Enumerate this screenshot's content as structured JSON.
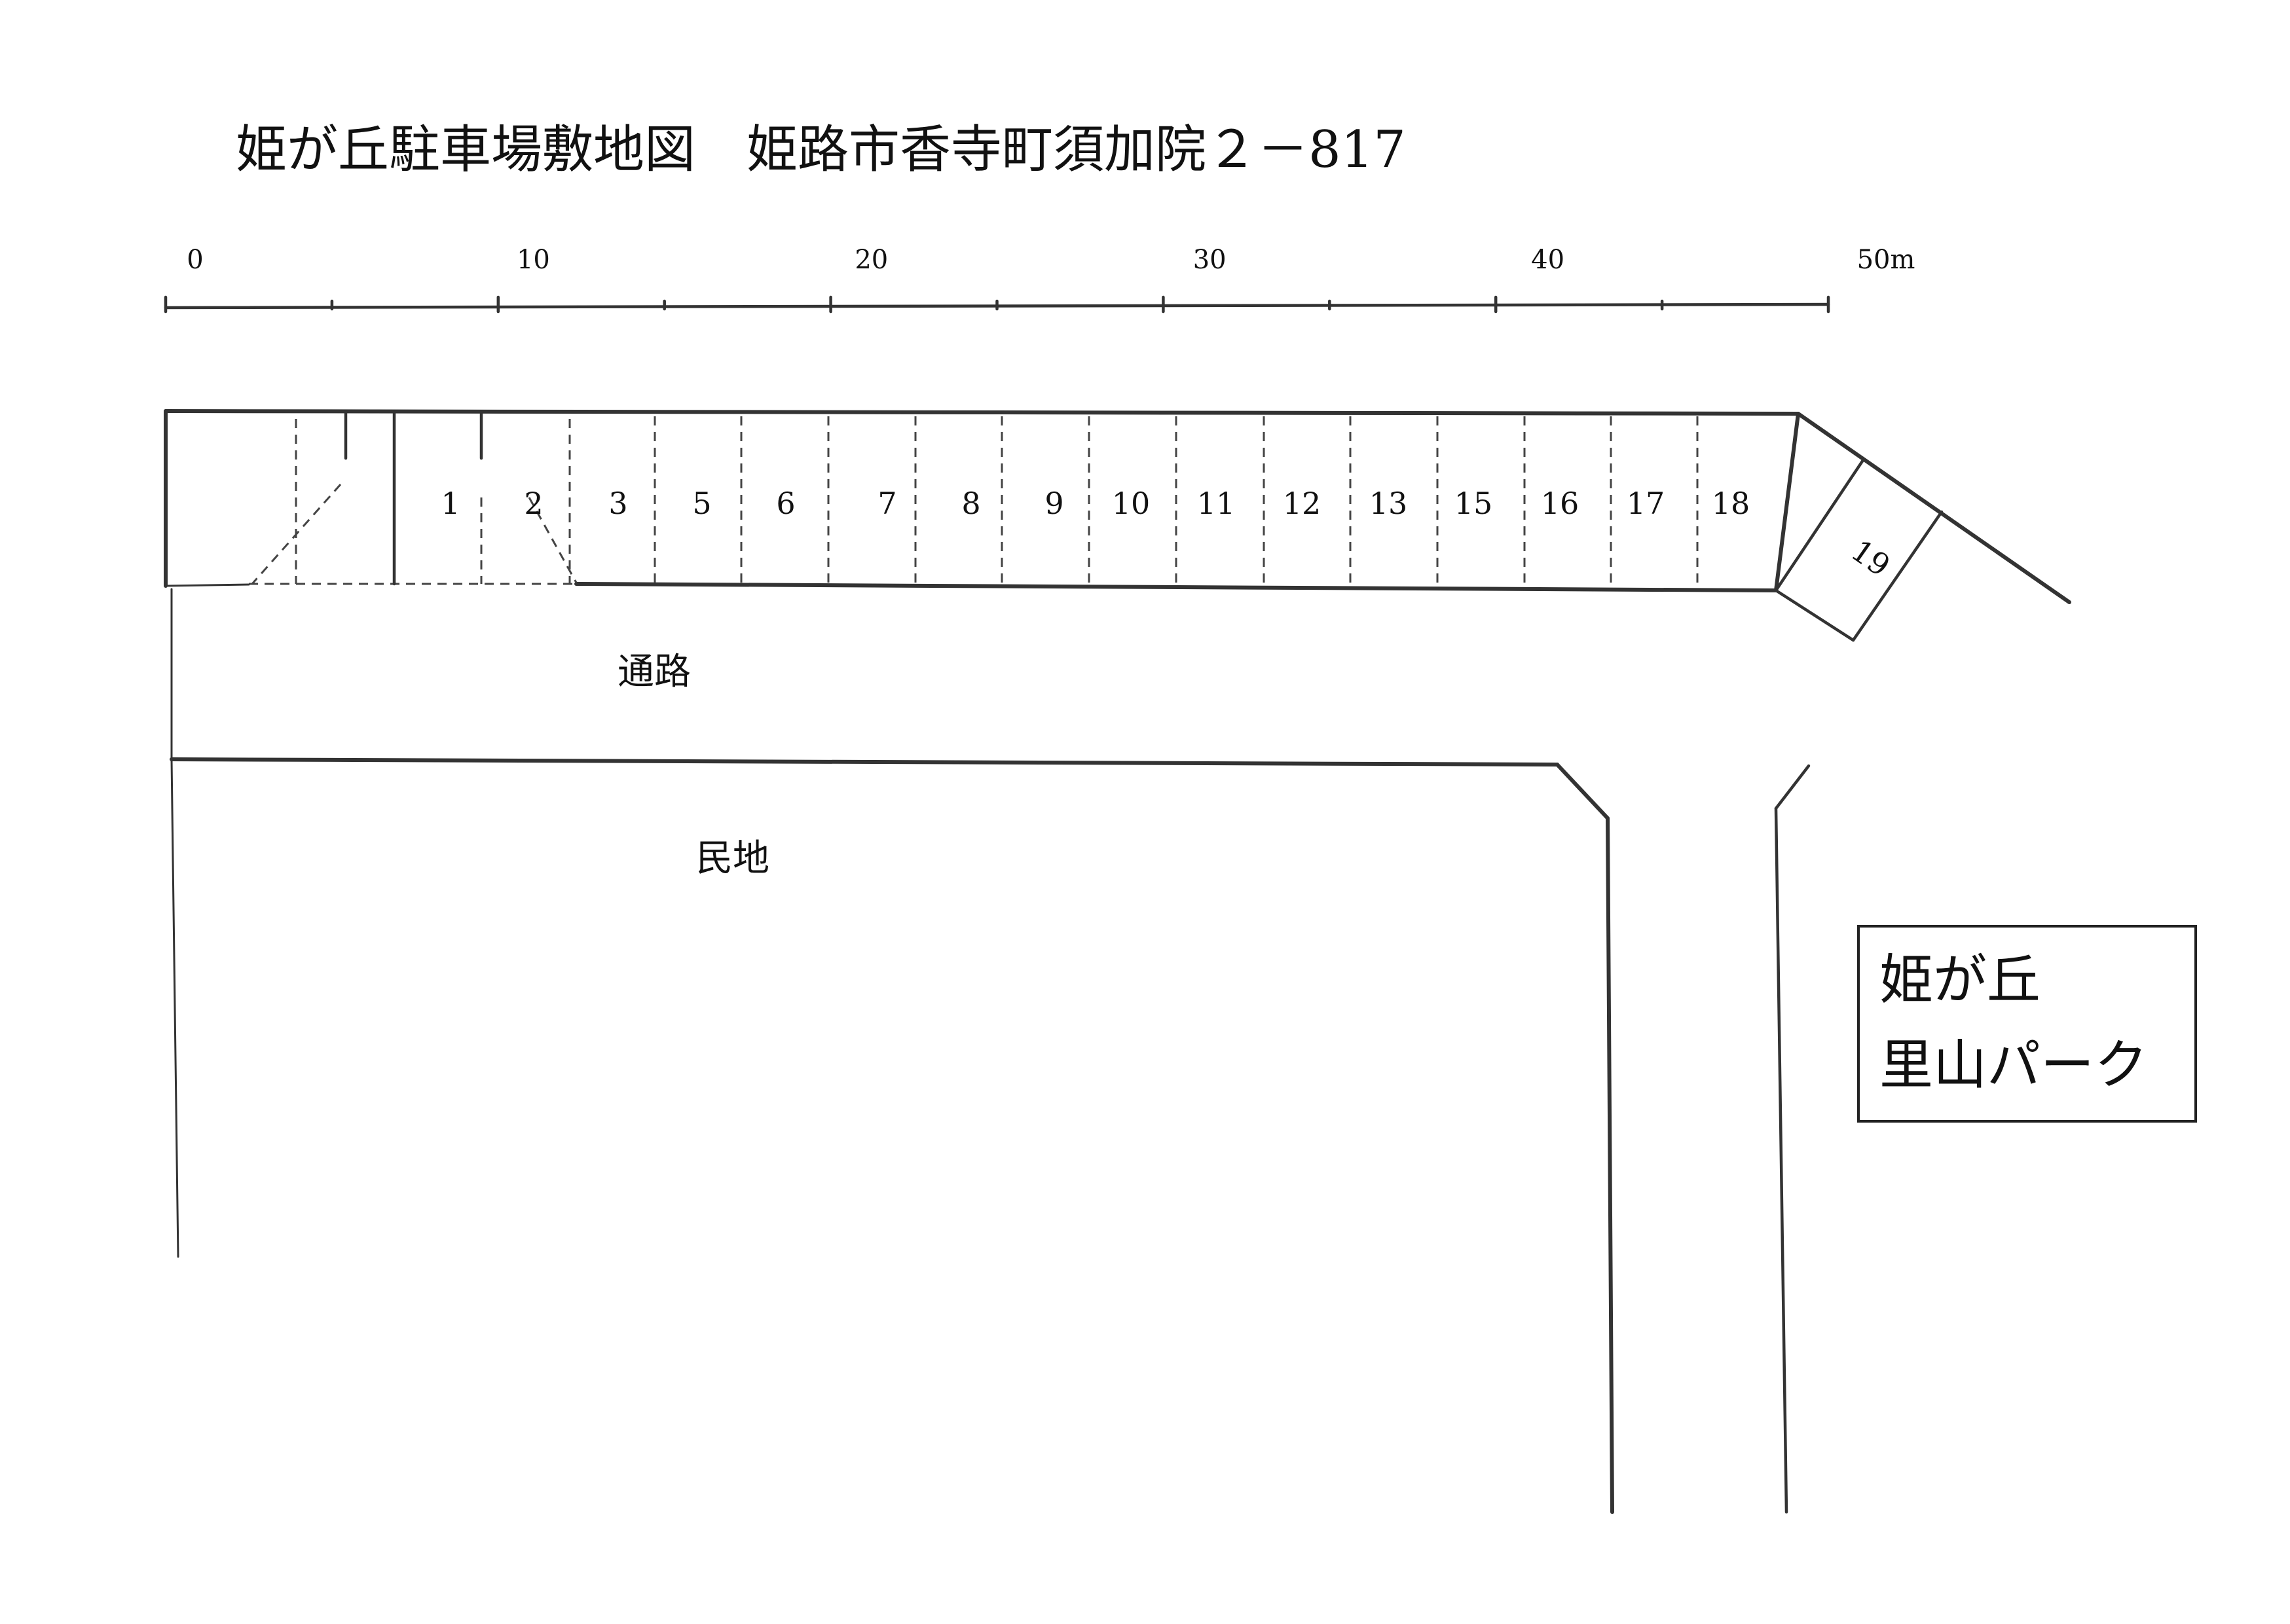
{
  "title": "姫が丘駐車場敷地図　姫路市香寺町須加院２－817",
  "scale": {
    "ticks": [
      "0",
      "10",
      "20",
      "30",
      "40",
      "50m"
    ],
    "min": 0,
    "max": 50
  },
  "parking_spaces": [
    "1",
    "2",
    "3",
    "5",
    "6",
    "7",
    "8",
    "9",
    "10",
    "11",
    "12",
    "13",
    "15",
    "16",
    "17",
    "18",
    "19"
  ],
  "areas": {
    "passage": "通路",
    "private_land": "民地"
  },
  "park_label": {
    "line1": "姫が丘",
    "line2": "里山パーク"
  },
  "colors": {
    "ink": "#333333",
    "background": "#ffffff"
  }
}
